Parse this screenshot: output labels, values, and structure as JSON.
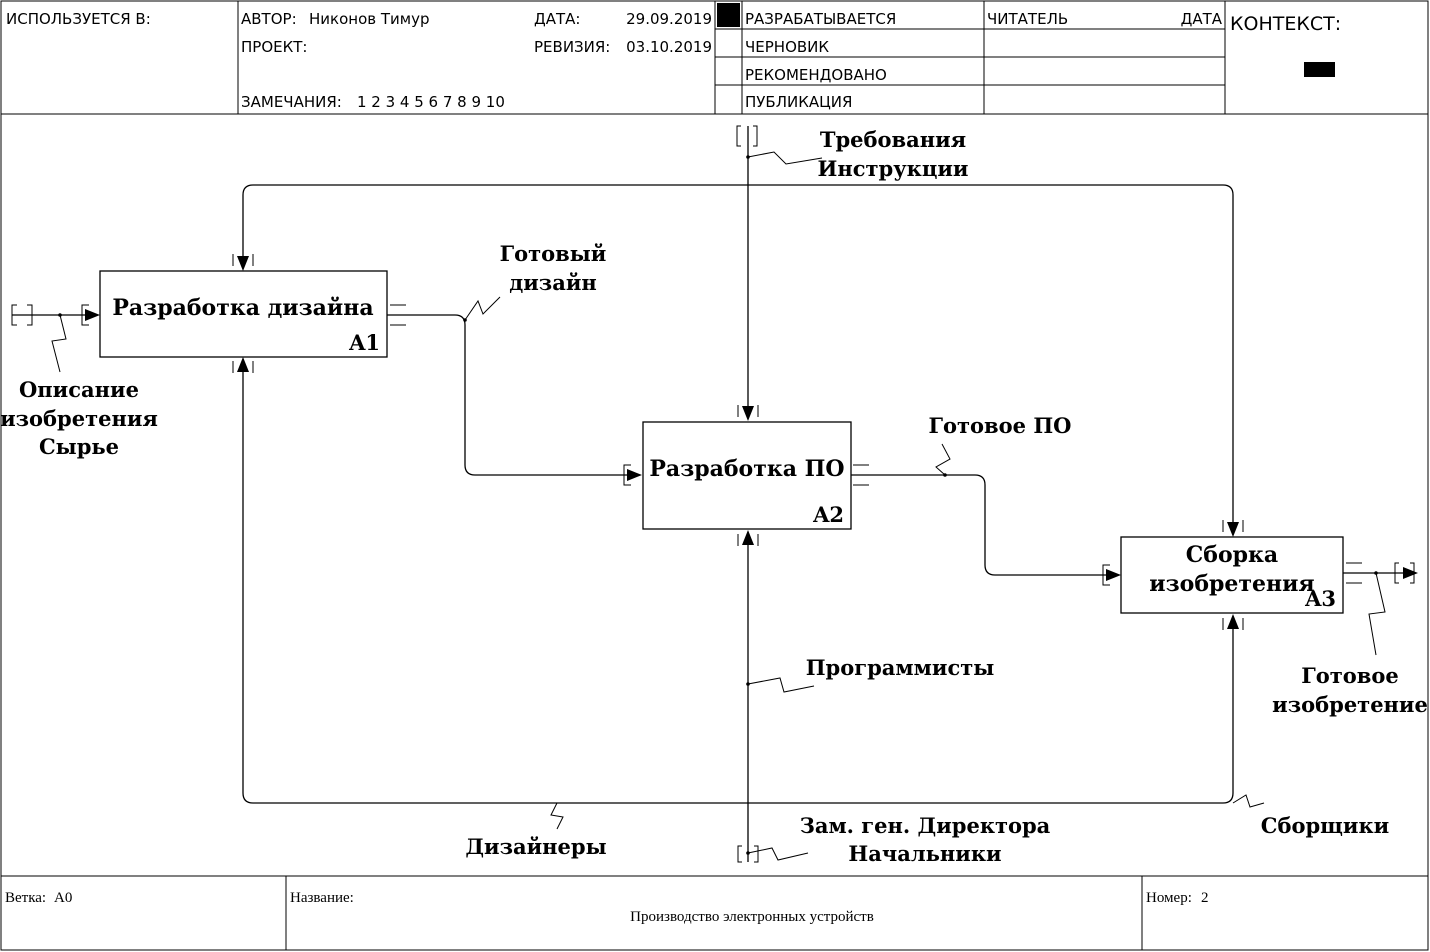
{
  "header": {
    "used_in_label": "ИСПОЛЬЗУЕТСЯ В:",
    "author_label": "АВТОР:",
    "author_value": "Никонов Тимур",
    "project_label": "ПРОЕКТ:",
    "notes_label": "ЗАМЕЧАНИЯ:",
    "notes_values": "1 2 3 4 5 6 7 8 9 10",
    "date_label": "ДАТА:",
    "date_value": "29.09.2019",
    "revision_label": "РЕВИЗИЯ:",
    "revision_value": "03.10.2019",
    "status_items": [
      "РАЗРАБАТЫВАЕТСЯ",
      "ЧЕРНОВИК",
      "РЕКОМЕНДОВАНО",
      "ПУБЛИКАЦИЯ"
    ],
    "status_selected_index": 0,
    "reader_label": "ЧИТАТЕЛЬ",
    "reader_date_label": "ДАТА",
    "context_label": "КОНТЕКСТ:"
  },
  "diagram": {
    "boxes": [
      {
        "id": "A1",
        "title_lines": [
          "Разработка дизайна"
        ],
        "number": "A1"
      },
      {
        "id": "A2",
        "title_lines": [
          "Разработка ПО"
        ],
        "number": "A2"
      },
      {
        "id": "A3",
        "title_lines": [
          "Сборка",
          "изобретения"
        ],
        "number": "A3"
      }
    ],
    "arrow_labels": {
      "input": [
        "Описание",
        "изобретения",
        "Сырье"
      ],
      "control": [
        "Требования",
        "Инструкции"
      ],
      "design_output": [
        "Готовый",
        "дизайн"
      ],
      "software_output": [
        "Готовое ПО"
      ],
      "final_output": [
        "Готовое",
        "изобретение"
      ],
      "programmers": [
        "Программисты"
      ],
      "designers": [
        "Дизайнеры"
      ],
      "assemblers": [
        "Сборщики"
      ],
      "management": [
        "Зам. ген. Директора",
        "Начальники"
      ]
    }
  },
  "footer": {
    "node_label": "Ветка:",
    "node_value": "A0",
    "title_label": "Название:",
    "title_value": "Производство электронных устройств",
    "number_label": "Номер:",
    "number_value": "2"
  },
  "colors": {
    "line": "#000000",
    "background": "#ffffff",
    "selected_marker": "#000000"
  }
}
